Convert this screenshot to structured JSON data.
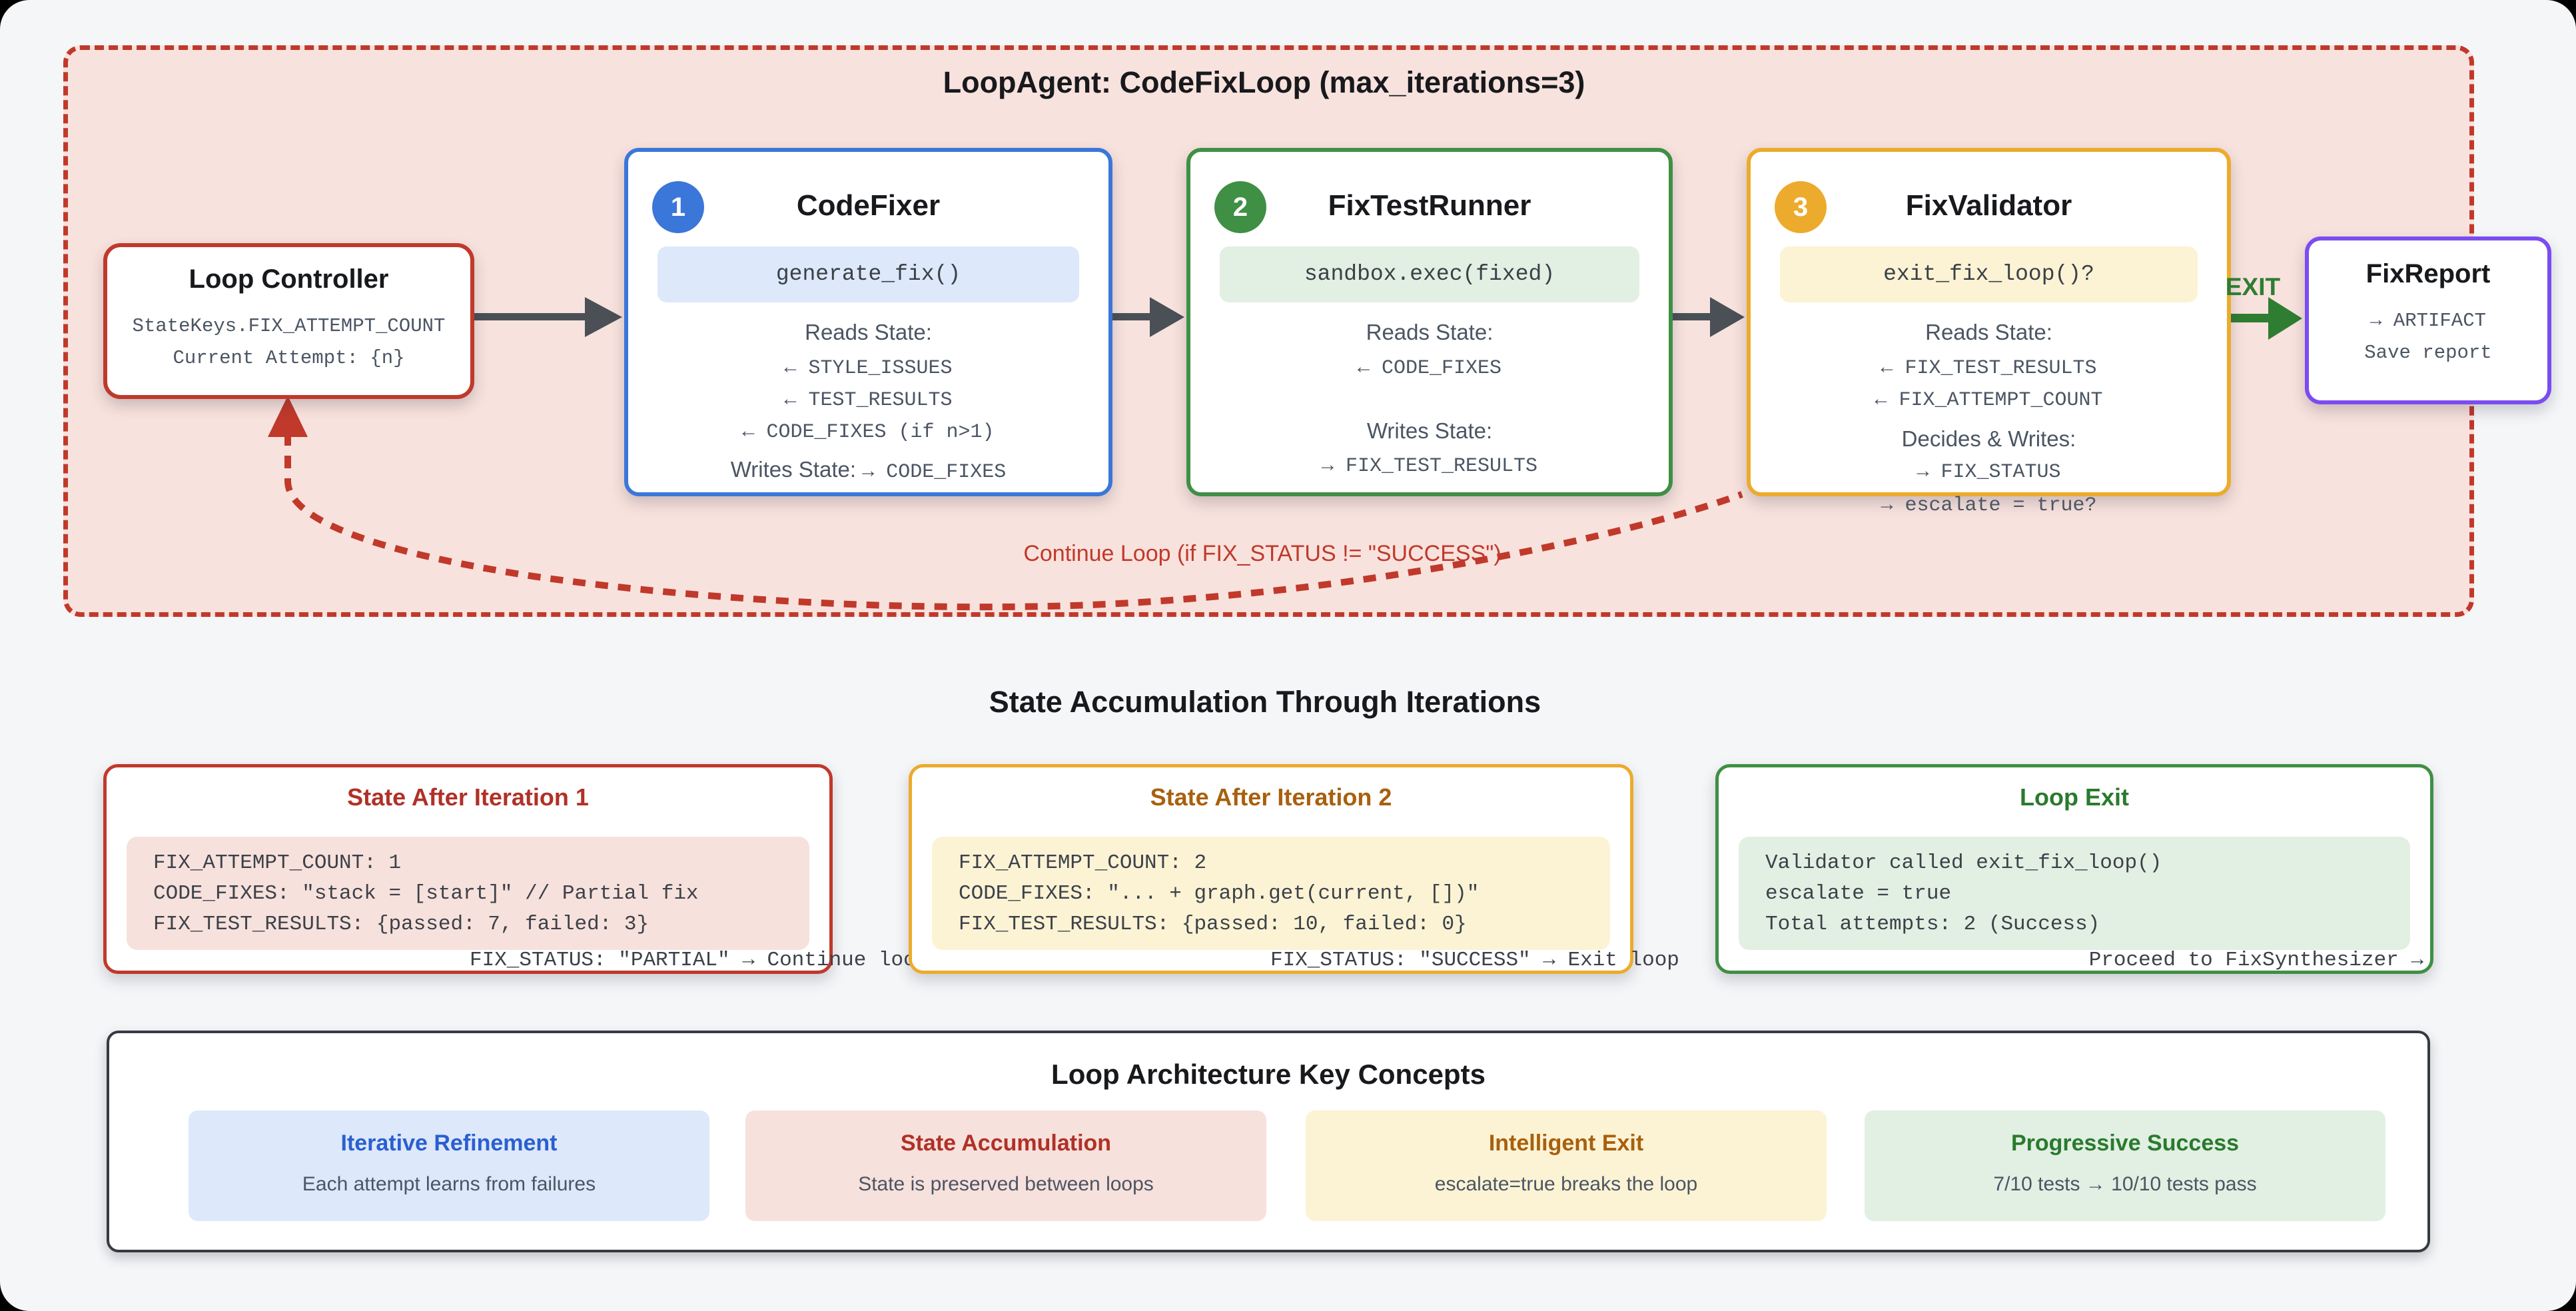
{
  "colors": {
    "page_bg": "#f5f6f8",
    "pink_bg": "#f8e2dd",
    "red": "#c0392b",
    "red_dark": "#b03127",
    "blue": "#3b76d9",
    "blue_text": "#2a5fd0",
    "blue_tint": "#dde8fa",
    "green": "#3f8f44",
    "green_dark": "#2a7a2e",
    "green_arrow": "#2f7d32",
    "green_tint": "#e2efe3",
    "amber": "#ecab2c",
    "amber_dark": "#a8600e",
    "yellow_tint": "#fcf3d5",
    "pink_tint": "#f7e1dc",
    "purple": "#7b4cf0",
    "gray_text": "#4b5563",
    "arrow_gray": "#4a5056"
  },
  "loop": {
    "title": "LoopAgent: CodeFixLoop (max_iterations=3)",
    "continue_label": "Continue Loop (if FIX_STATUS != \"SUCCESS\")",
    "exit_label": "EXIT"
  },
  "controller": {
    "title": "Loop Controller",
    "lines": [
      "StateKeys.FIX_ATTEMPT_COUNT",
      "Current Attempt: {n}"
    ]
  },
  "agents": [
    {
      "number": "1",
      "title": "CodeFixer",
      "method": "generate_fix()",
      "reads_label": "Reads State:",
      "reads": [
        "← STYLE_ISSUES",
        "← TEST_RESULTS",
        "← CODE_FIXES (if n>1)"
      ],
      "writes_label": "Writes State:",
      "writes_value": "→ CODE_FIXES"
    },
    {
      "number": "2",
      "title": "FixTestRunner",
      "method": "sandbox.exec(fixed)",
      "reads_label": "Reads State:",
      "reads": [
        "← CODE_FIXES"
      ],
      "writes_label": "Writes State:",
      "writes_value": "→ FIX_TEST_RESULTS"
    },
    {
      "number": "3",
      "title": "FixValidator",
      "method": "exit_fix_loop()?",
      "reads_label": "Reads State:",
      "reads": [
        "← FIX_TEST_RESULTS",
        "← FIX_ATTEMPT_COUNT"
      ],
      "writes_label": "Decides & Writes:",
      "writes": [
        "→ FIX_STATUS",
        "→ escalate = true?"
      ]
    }
  ],
  "report": {
    "title": "FixReport",
    "lines": [
      "→ ARTIFACT",
      "Save report"
    ]
  },
  "state_section": {
    "title": "State Accumulation Through Iterations",
    "cards": [
      {
        "title": "State After Iteration 1",
        "lines": [
          "FIX_ATTEMPT_COUNT: 1",
          "CODE_FIXES: \"stack = [start]\" // Partial fix",
          "FIX_TEST_RESULTS: {passed: 7, failed: 3}"
        ],
        "overflow": "FIX_STATUS: \"PARTIAL\" → Continue loop"
      },
      {
        "title": "State After Iteration 2",
        "lines": [
          "FIX_ATTEMPT_COUNT: 2",
          "CODE_FIXES: \"... + graph.get(current, [])\"",
          "FIX_TEST_RESULTS: {passed: 10, failed: 0}"
        ],
        "overflow": "FIX_STATUS: \"SUCCESS\" → Exit loop"
      },
      {
        "title": "Loop Exit",
        "lines": [
          "Validator called exit_fix_loop()",
          "escalate = true",
          "Total attempts: 2 (Success)"
        ],
        "overflow": "Proceed to FixSynthesizer →"
      }
    ]
  },
  "concepts": {
    "title": "Loop Architecture Key Concepts",
    "cards": [
      {
        "title": "Iterative Refinement",
        "desc": "Each attempt learns from failures"
      },
      {
        "title": "State Accumulation",
        "desc": "State is preserved between loops"
      },
      {
        "title": "Intelligent Exit",
        "desc": "escalate=true breaks the loop"
      },
      {
        "title": "Progressive Success",
        "desc": "7/10 tests → 10/10 tests pass"
      }
    ]
  }
}
